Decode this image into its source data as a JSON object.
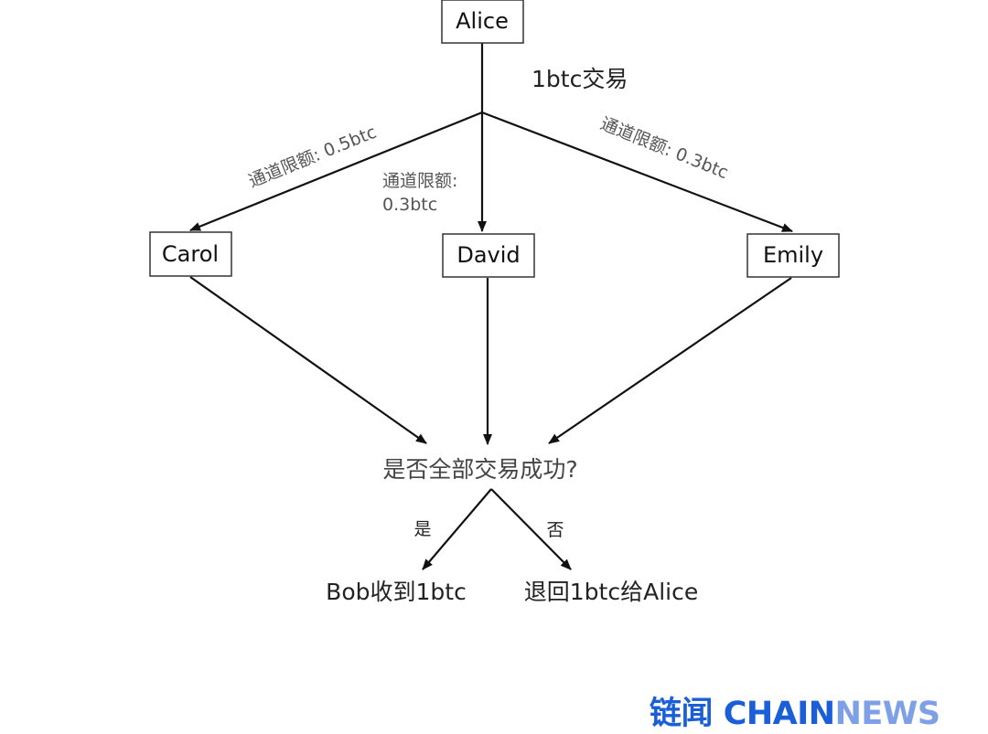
{
  "nodes": {
    "alice": "Alice",
    "carol": "Carol",
    "david": "David",
    "emily": "Emily"
  },
  "transaction_label": "1btc交易",
  "edges": {
    "carol_limit": "通道限额: 0.5btc",
    "david_limit_line1": "通道限额:",
    "david_limit_line2": "0.3btc",
    "emily_limit": "通道限额: 0.3btc"
  },
  "decision": "是否全部交易成功?",
  "branches": {
    "yes": "是",
    "no": "否"
  },
  "outcomes": {
    "yes": "Bob收到1btc",
    "no": "退回1btc给Alice"
  },
  "watermark": {
    "cn": "链闻",
    "part1": "CHAIN",
    "part2": "NEWS"
  }
}
